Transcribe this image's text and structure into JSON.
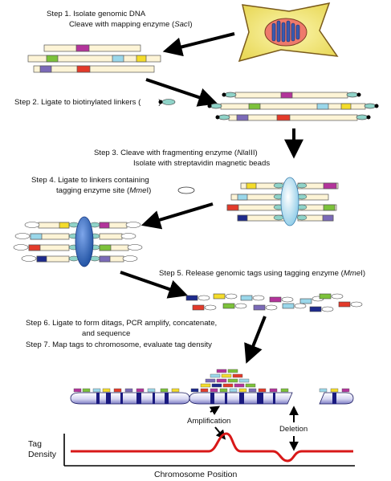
{
  "steps": {
    "s1_a": "Step 1. Isolate genomic DNA",
    "s1_b_pre": "Cleave with mapping enzyme (",
    "s1_b_enzyme": "Sac",
    "s1_b_post": "I)",
    "s2_pre": "Step 2. Ligate to biotinylated linkers (",
    "s2_post": ")",
    "s3_a_pre": "Step 3. Cleave with fragmenting enzyme (",
    "s3_a_enzyme": "Nla",
    "s3_a_post": "III)",
    "s3_b": "Isolate with streptavidin magnetic beads",
    "s4_a": "Step 4. Ligate to linkers containing",
    "s4_b_pre": "tagging enzyme site (",
    "s4_b_enzyme": "Mme",
    "s4_b_post": "I)",
    "s5_pre": "Step 5. Release genomic tags using tagging enzyme (",
    "s5_enzyme": "Mme",
    "s5_post": "I)",
    "s6_a": "Step 6. Ligate to form ditags, PCR amplify, concatenate,",
    "s6_b": "and sequence",
    "s7": "Step 7. Map tags to chromosome, evaluate tag density"
  },
  "labels": {
    "amplification": "Amplification",
    "deletion": "Deletion",
    "y_axis_line1": "Tag",
    "y_axis_line2": "Density",
    "x_axis": "Chromosome Position"
  },
  "colors": {
    "cell_fill": "#f2ec86",
    "cell_stroke": "#7a5a1a",
    "dna_fill": "#fdf4d6",
    "linker": "#8fd3c8",
    "bead_light": "#bfe3f3",
    "bead_dark": "#3b6fc0",
    "curve": "#d81818",
    "chromosome_band": "#1a1a80"
  }
}
